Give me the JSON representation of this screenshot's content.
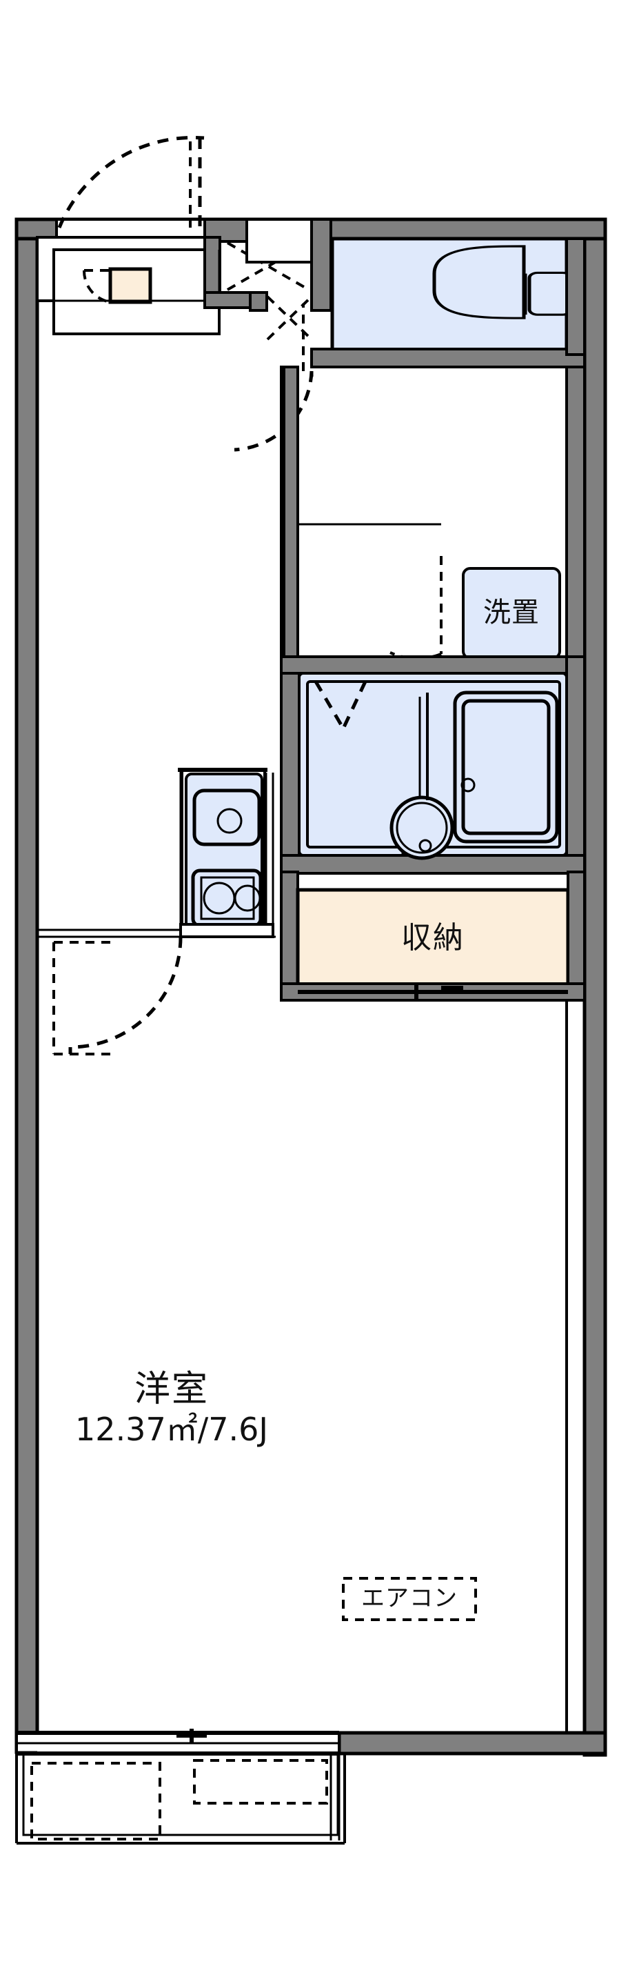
{
  "plan": {
    "type": "japanese-apartment-floor-plan",
    "layout_type": "1K",
    "colors": {
      "wall_fill": "#808080",
      "wall_stroke": "#000000",
      "water_fill": "#dfe9fb",
      "storage_fill": "#fceedb",
      "room_fill": "#ffffff",
      "line": "#000000",
      "background": "#ffffff"
    }
  },
  "rooms": [
    {
      "id": "main-room",
      "name": "洋室",
      "area_label": "12.37㎡/7.6J",
      "area_sqm": 12.37,
      "area_jo": 7.6,
      "fill": "#ffffff"
    },
    {
      "id": "storage",
      "name": "収納",
      "fill": "#fceedb"
    },
    {
      "id": "washer-space",
      "name": "洗置",
      "fill": "#dfe9fb"
    },
    {
      "id": "toilet",
      "name": "",
      "fill": "#dfe9fb"
    },
    {
      "id": "unit-bath",
      "name": "",
      "fill": "#dfe9fb"
    },
    {
      "id": "kitchen",
      "name": "",
      "fill": "#ffffff"
    },
    {
      "id": "entrance",
      "name": "",
      "fill": "#ffffff"
    }
  ],
  "labels": {
    "room_name": "洋室",
    "room_area": "12.37㎡/7.6J",
    "washer": "洗置",
    "storage": "収納",
    "aircon": "エアコン"
  },
  "fixtures": [
    {
      "id": "toilet-bowl",
      "name": "toilet"
    },
    {
      "id": "toilet-tank",
      "name": "toilet-tank"
    },
    {
      "id": "bathtub",
      "name": "bathtub"
    },
    {
      "id": "wash-basin",
      "name": "wash-basin"
    },
    {
      "id": "kitchen-sink",
      "name": "kitchen-sink"
    },
    {
      "id": "gas-stove",
      "name": "two-burner-stove"
    },
    {
      "id": "shoe-cabinet",
      "name": "shoe-cabinet"
    },
    {
      "id": "aircon-unit",
      "name": "air-conditioner"
    }
  ],
  "openings": [
    {
      "id": "entrance-door",
      "name": "entrance-door",
      "swing": "in"
    },
    {
      "id": "toilet-door",
      "name": "toilet-door",
      "swing": "in"
    },
    {
      "id": "bath-door",
      "name": "bath-door",
      "swing": "folding"
    },
    {
      "id": "room-door",
      "name": "room-door",
      "swing": "in"
    },
    {
      "id": "balcony-window",
      "name": "balcony-sliding-window",
      "swing": "slide"
    },
    {
      "id": "corridor-sliding",
      "name": "corridor-sliding-door",
      "swing": "slide"
    }
  ]
}
